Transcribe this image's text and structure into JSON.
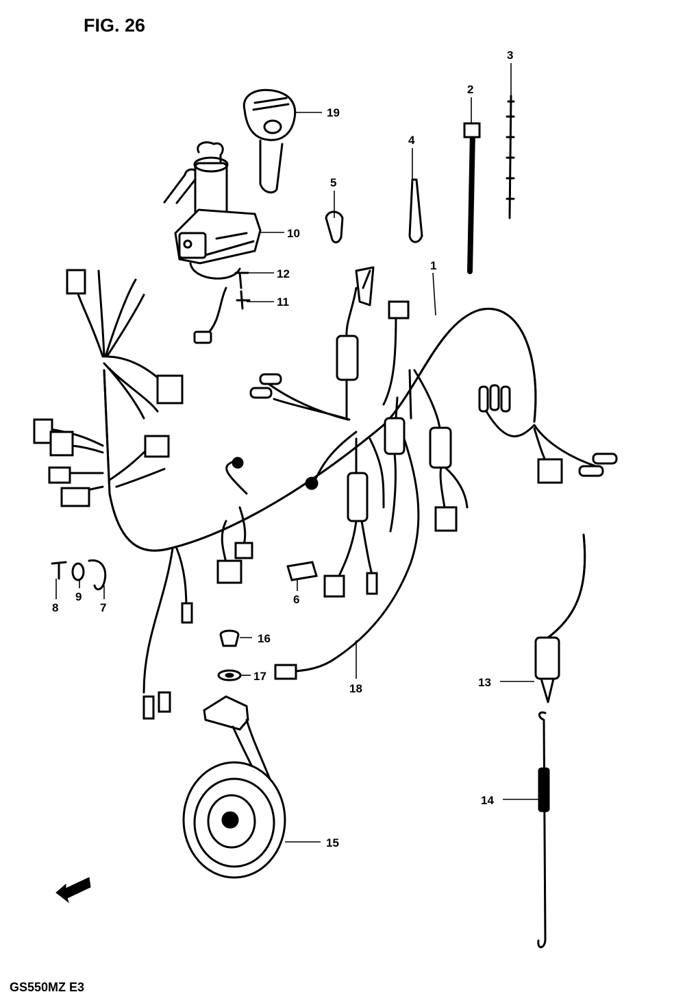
{
  "figure": {
    "title": "FIG. 26",
    "model_code": "GS550MZ  E3"
  },
  "callouts": [
    {
      "id": "1",
      "label": "1"
    },
    {
      "id": "2",
      "label": "2"
    },
    {
      "id": "3",
      "label": "3"
    },
    {
      "id": "4",
      "label": "4"
    },
    {
      "id": "5",
      "label": "5"
    },
    {
      "id": "6",
      "label": "6"
    },
    {
      "id": "7",
      "label": "7"
    },
    {
      "id": "8",
      "label": "8"
    },
    {
      "id": "9",
      "label": "9"
    },
    {
      "id": "10",
      "label": "10"
    },
    {
      "id": "11",
      "label": "11"
    },
    {
      "id": "12",
      "label": "12"
    },
    {
      "id": "13",
      "label": "13"
    },
    {
      "id": "14",
      "label": "14"
    },
    {
      "id": "15",
      "label": "15"
    },
    {
      "id": "16",
      "label": "16"
    },
    {
      "id": "17",
      "label": "17"
    },
    {
      "id": "18",
      "label": "18"
    },
    {
      "id": "19",
      "label": "19"
    }
  ],
  "icons": {
    "direction_arrow": "front-direction-arrow-icon"
  }
}
